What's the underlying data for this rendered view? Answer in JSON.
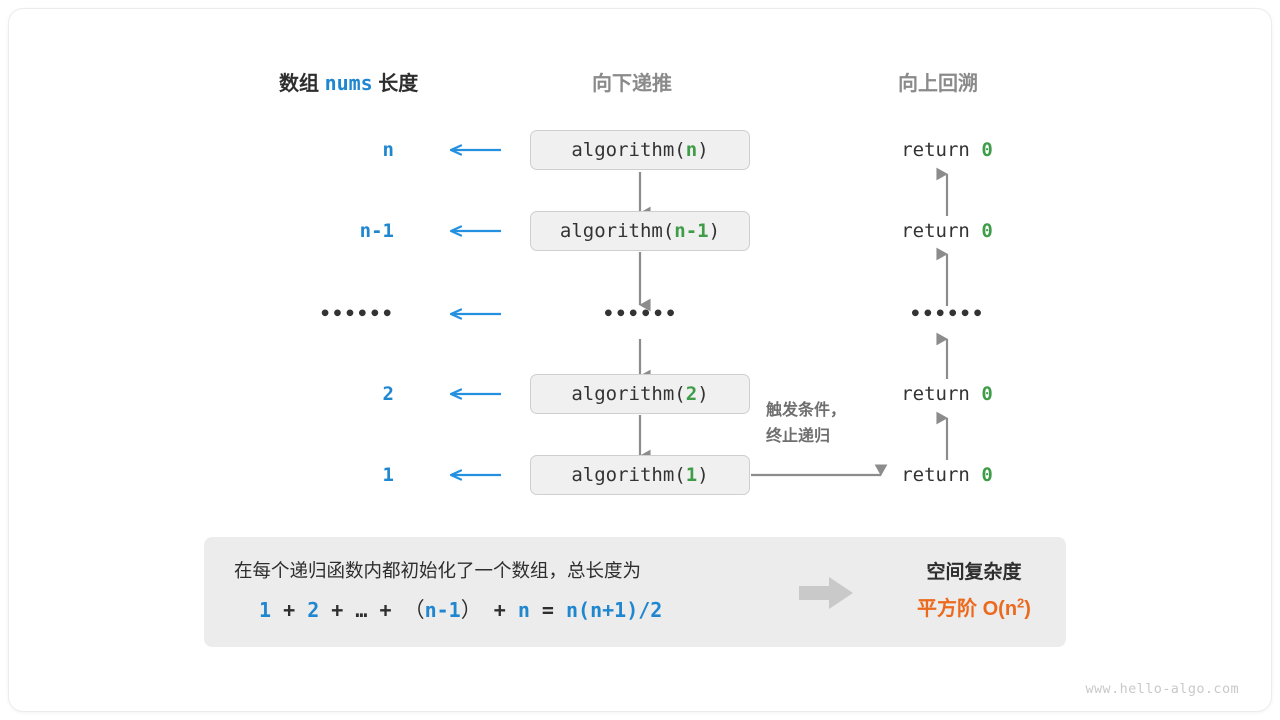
{
  "diagram": {
    "headers": [
      {
        "id": "length-col",
        "prefix": "数组",
        "code": "nums",
        "suffix": "长度",
        "style": "dark"
      },
      {
        "id": "downward-col",
        "label": "向下递推",
        "style": "gray"
      },
      {
        "id": "upward-col",
        "label": "向上回溯",
        "style": "gray"
      }
    ],
    "rows": [
      {
        "length": "n",
        "call_prefix": "algorithm(",
        "call_arg": "n",
        "call_suffix": ")",
        "ret_keyword": "return",
        "ret_value": "0"
      },
      {
        "length": "n-1",
        "call_prefix": "algorithm(",
        "call_arg": "n-1",
        "call_suffix": ")",
        "ret_keyword": "return",
        "ret_value": "0"
      },
      {
        "length": "••••••",
        "call_prefix": "",
        "call_arg": "••••••",
        "call_suffix": "",
        "ret_keyword": "",
        "ret_value": "••••••"
      },
      {
        "length": "2",
        "call_prefix": "algorithm(",
        "call_arg": "2",
        "call_suffix": ")",
        "ret_keyword": "return",
        "ret_value": "0"
      },
      {
        "length": "1",
        "call_prefix": "algorithm(",
        "call_arg": "1",
        "call_suffix": ")",
        "ret_keyword": "return",
        "ret_value": "0"
      }
    ],
    "side_note": {
      "line1": "触发条件，",
      "line2": "终止递归"
    },
    "summary": {
      "description": "在每个递归函数内都初始化了一个数组，总长度为",
      "formula": {
        "t1": "1",
        "op1": "+",
        "t2": "2",
        "op2": "+",
        "t3": "…",
        "op3": "+",
        "lparen": "（",
        "t4": "n-1",
        "rparen": "）",
        "op4": "+",
        "t5": "n",
        "eq": "=",
        "result": "n(n+1)/2"
      },
      "right_title": "空间复杂度",
      "right_value_label": "平方阶",
      "right_value_notation": "O(n",
      "right_value_exp": "2",
      "right_value_close": ")"
    },
    "watermark": "www.hello-algo.com",
    "colors": {
      "blue": "#1f86d0",
      "green": "#3f9c48",
      "orange": "#ec6a1e",
      "gray_text": "#8a8a8a",
      "dark_text": "#2e2e2e",
      "box_fill": "#f0f0f0",
      "box_border": "#cfcfcf",
      "summary_fill": "#ececec",
      "arrow_gray": "#8c8c8c"
    }
  }
}
